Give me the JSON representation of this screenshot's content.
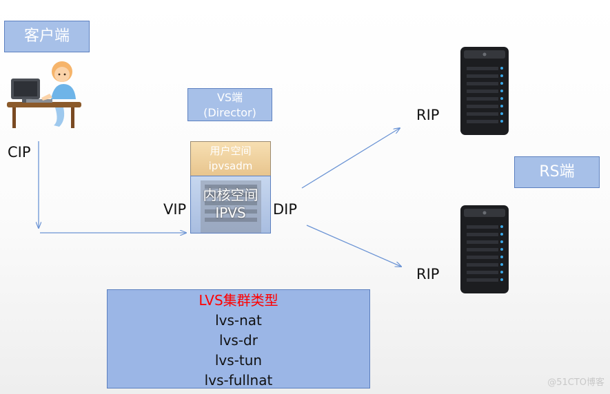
{
  "client": {
    "title": "客户端",
    "cip": "CIP"
  },
  "director": {
    "title_line1": "VS端",
    "title_line2": "(Director)",
    "user_space_line1": "用户空间",
    "user_space_line2": "ipvsadm",
    "kernel_space_line1": "内核空间",
    "kernel_space_line2": "IPVS",
    "vip": "VIP",
    "dip": "DIP"
  },
  "real_servers": {
    "title": "RS端",
    "rip_1": "RIP",
    "rip_2": "RIP"
  },
  "lvs_types": {
    "title": "LVS集群类型",
    "items": [
      "lvs-nat",
      "lvs-dr",
      "lvs-tun",
      "lvs-fullnat"
    ]
  },
  "watermark": "@51CTO博客",
  "colors": {
    "box_fill": "#a7c0e8",
    "box_border": "#5b7fbf",
    "arrow": "#6a93d4",
    "types_title": "#ff0000",
    "user_space_fill": "#f0d4a0",
    "kernel_space_fill": "#b8cbe8"
  }
}
